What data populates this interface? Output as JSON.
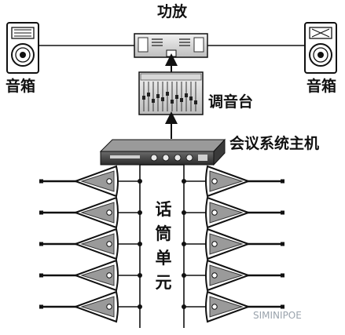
{
  "labels": {
    "amplifier": "功放",
    "speaker_left": "音箱",
    "speaker_right": "音箱",
    "mixer": "调音台",
    "host": "会议系统主机",
    "mic_units": [
      "话",
      "筒",
      "单",
      "元"
    ]
  },
  "watermark": "SIMINIPOE",
  "microphones": {
    "left_count": 5,
    "right_count": 5
  }
}
